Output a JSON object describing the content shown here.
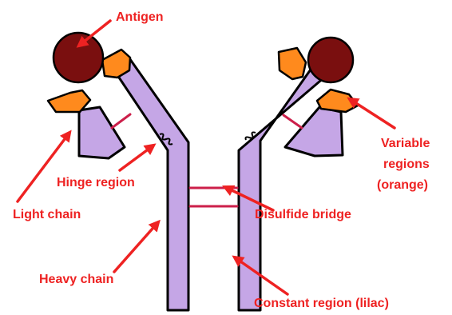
{
  "diagram": {
    "labels": {
      "antigen": "Antigen",
      "variable_1": "Variable",
      "variable_2": "regions",
      "variable_3": "(orange)",
      "hinge": "Hinge region",
      "light_chain": "Light chain",
      "disulfide": "Disulfide bridge",
      "heavy_chain": "Heavy chain",
      "constant": "Constant region (lilac)"
    },
    "colors": {
      "label": "#ee2222",
      "heavy_chain": "#c5a6e6",
      "light_chain": "#c5a6e6",
      "variable_region": "#ff8a1d",
      "antigen": "#7a0f0f",
      "disulfide": "#cc1f4a",
      "outline": "#000000"
    }
  }
}
